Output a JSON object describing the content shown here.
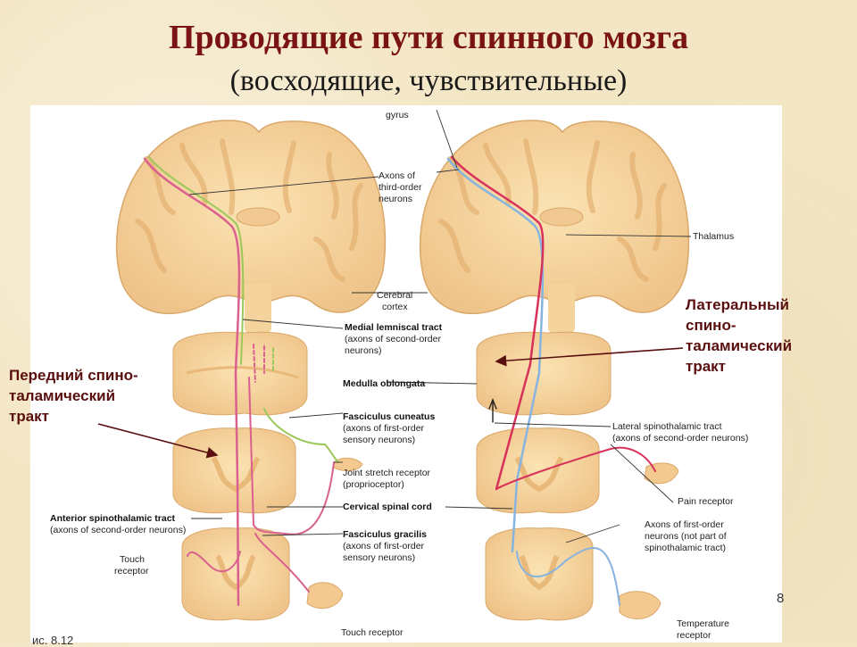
{
  "title": {
    "line1": "Проводящие пути  спинного мозга",
    "line2": "(восходящие, чувствительные)"
  },
  "russian_labels": {
    "anterior": [
      "Передний спино-",
      "таламический",
      "тракт"
    ],
    "lateral": [
      "Латеральный",
      "спино-",
      "таламический",
      "тракт"
    ]
  },
  "diagram_labels": {
    "gyrus": "gyrus",
    "axons_third": [
      "Axons of",
      "third-order",
      "neurons"
    ],
    "thalamus": "Thalamus",
    "cerebral_cortex": [
      "Cerebral",
      "cortex"
    ],
    "medial_lemniscal": [
      "Medial lemniscal tract",
      "(axons of second-order",
      "neurons)"
    ],
    "medulla": "Medulla oblongata",
    "fasciculus_cuneatus": [
      "Fasciculus cuneatus",
      "(axons of first-order",
      "sensory neurons)"
    ],
    "lateral_spinothalamic": [
      "Lateral spinothalamic tract",
      "(axons of second-order neurons)"
    ],
    "joint_stretch": [
      "Joint stretch receptor",
      "(proprioceptor)"
    ],
    "pain_receptor": "Pain receptor",
    "cervical": "Cervical spinal cord",
    "anterior_spinothalamic": [
      "Anterior spinothalamic tract",
      "(axons of second-order neurons)"
    ],
    "axons_first": [
      "Axons of first-order",
      "neurons (not part of",
      "spinothalamic tract)"
    ],
    "fasciculus_gracilis": [
      "Fasciculus gracilis",
      "(axons of first-order",
      "sensory neurons)"
    ],
    "touch_receptor_left": [
      "Touch",
      "receptor"
    ],
    "touch_receptor_bottom": "Touch receptor",
    "temperature_receptor": [
      "Temperature",
      "receptor"
    ]
  },
  "page_number": "8",
  "figure_number": "ис. 8.12",
  "colors": {
    "title": "#7a1414",
    "russian_label": "#5a0f0f",
    "tissue": "#f7d9a3",
    "tissue_dark": "#e9b97a",
    "pink_tract": "#d9608f",
    "green_tract": "#9cc85a",
    "blue_tract": "#86b4df",
    "red_tract": "#d8315a"
  }
}
